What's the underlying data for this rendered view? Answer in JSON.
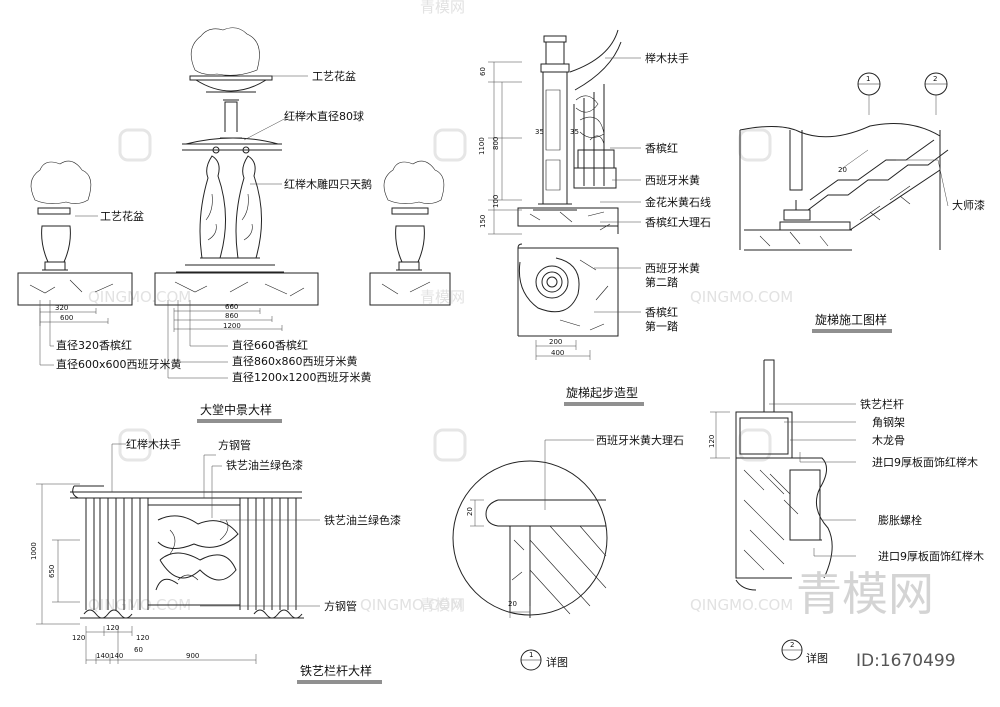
{
  "panels": {
    "lobby": {
      "title": "大堂中景大样",
      "labels": {
        "pot_top": "工艺花盆",
        "ball": "红榉木直径80球",
        "swans": "红榉木雕四只天鹅",
        "pot_left": "工艺花盆"
      },
      "dims": {
        "d320": "320",
        "d600": "600",
        "d660": "660",
        "d860": "860",
        "d1200": "1200"
      },
      "notes": [
        "直径320香槟红",
        "直径600x600西班牙米黄",
        "直径660香槟红",
        "直径860x860西班牙米黄",
        "直径1200x1200西班牙米黄"
      ]
    },
    "stair_start": {
      "title": "旋梯起步造型",
      "labels": [
        "榉木扶手",
        "香槟红",
        "西班牙米黄",
        "金花米黄石线",
        "香槟红大理石",
        "西班牙米黄\n第二踏",
        "香槟红\n第一踏"
      ],
      "dims": {
        "d60": "60",
        "d1100": "1100",
        "d800": "800",
        "d35a": "35",
        "d35b": "35",
        "d100": "100",
        "d150": "150",
        "d200": "200",
        "d400": "400"
      }
    },
    "stair_construct": {
      "title": "旋梯施工图样",
      "markers": [
        "1",
        "2"
      ],
      "labels": {
        "lacquer": "大师漆"
      },
      "dims": {
        "d20": "20"
      }
    },
    "rail": {
      "title": "铁艺栏杆大样",
      "labels": [
        "红榉木扶手",
        "方钢管",
        "铁艺油兰绿色漆",
        "铁艺油兰绿色漆",
        "方钢管"
      ],
      "dims": {
        "d1000": "1000",
        "d650": "650",
        "d120a": "120",
        "d120b": "120",
        "d120c": "120",
        "d140a": "140",
        "d140b": "140",
        "d60": "60",
        "d900": "900"
      }
    },
    "detail1": {
      "title": "详图",
      "marker": "1",
      "label": "西班牙米黄大理石",
      "dims": {
        "d20a": "20",
        "d20b": "20"
      }
    },
    "detail2": {
      "title": "详图",
      "marker": "2",
      "labels": [
        "铁艺栏杆",
        "角钢架",
        "木龙骨",
        "进口9厚板面饰红榉木",
        "膨胀螺栓",
        "进口9厚板面饰红榉木"
      ],
      "dims": {
        "d120": "120"
      }
    }
  },
  "watermark": {
    "text": "QINGMO.COM",
    "cn": "青模网",
    "big": "青模网",
    "id": "ID:1670499"
  }
}
